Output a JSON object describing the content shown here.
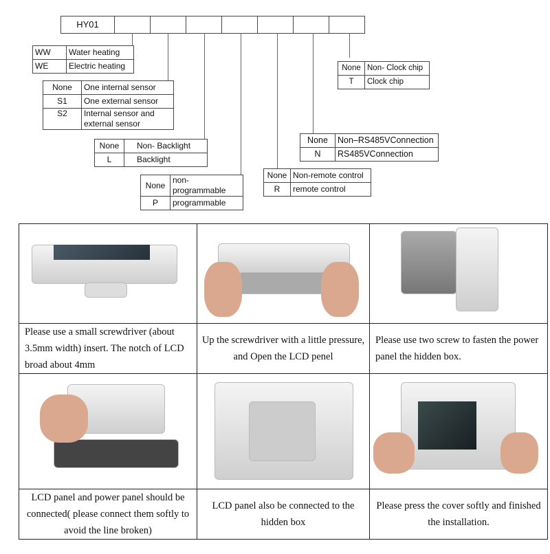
{
  "model": {
    "code": "HY01"
  },
  "options": {
    "heating": [
      {
        "k": "WW",
        "v": "Water heating"
      },
      {
        "k": "WE",
        "v": "Electric heating"
      }
    ],
    "sensor": [
      {
        "k": "None",
        "v": "One internal sensor"
      },
      {
        "k": "S1",
        "v": "One external sensor"
      },
      {
        "k": "S2",
        "v": "Internal sensor and external sensor"
      }
    ],
    "backlight": [
      {
        "k": "None",
        "v": "Non- Backlight"
      },
      {
        "k": "L",
        "v": "Backlight"
      }
    ],
    "program": [
      {
        "k": "None",
        "v": "non-programmable"
      },
      {
        "k": "P",
        "v": "programmable"
      }
    ],
    "remote": [
      {
        "k": "None",
        "v": "Non-remote control"
      },
      {
        "k": "R",
        "v": "remote control"
      }
    ],
    "rs485": [
      {
        "k": "None",
        "v": "Non–RS485VConnection"
      },
      {
        "k": "N",
        "v": "RS485VConnection"
      }
    ],
    "clock": [
      {
        "k": "None",
        "v": "Non- Clock chip"
      },
      {
        "k": "T",
        "v": "Clock chip"
      }
    ]
  },
  "steps": [
    "Please use a small screwdriver (about 3.5mm width) insert. The notch of LCD broad about 4mm",
    "Up the screwdriver with a little pressure, and Open the LCD penel",
    "Please use two screw to fasten the power panel the hidden box.",
    "LCD panel and power panel should be connected( please connect them softly to avoid the line broken)",
    "LCD panel also be connected to the hidden box",
    "Please press the cover softly and finished the installation."
  ]
}
